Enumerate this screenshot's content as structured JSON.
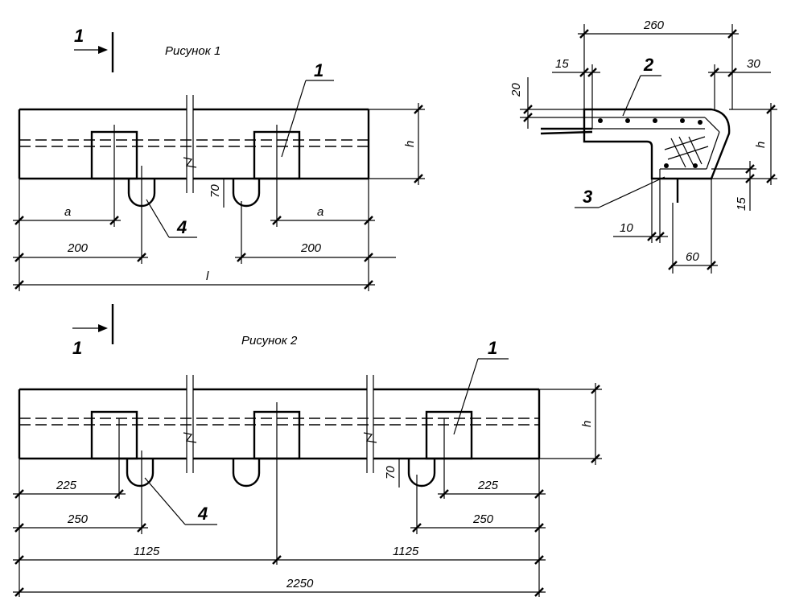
{
  "figure1": {
    "caption": "Рисунок 1",
    "section_mark": "1",
    "callouts": [
      "1",
      "4"
    ],
    "dims": {
      "a_left": "а",
      "a_right": "а",
      "d200_left": "200",
      "d200_right": "200",
      "length": "l",
      "height": "h",
      "loop": "70"
    }
  },
  "section": {
    "callouts": [
      "2",
      "3"
    ],
    "dims": {
      "width": "260",
      "cover_left": "15",
      "right": "30",
      "top": "20",
      "height": "h",
      "bottom": "15",
      "d10": "10",
      "d60": "60"
    }
  },
  "figure2": {
    "caption": "Рисунок 2",
    "section_mark": "1",
    "callouts": [
      "1",
      "4"
    ],
    "dims": {
      "d225_left": "225",
      "d225_right": "225",
      "d250_left": "250",
      "d250_right": "250",
      "half_left": "1125",
      "half_right": "1125",
      "total": "2250",
      "height": "h",
      "loop": "70"
    }
  }
}
